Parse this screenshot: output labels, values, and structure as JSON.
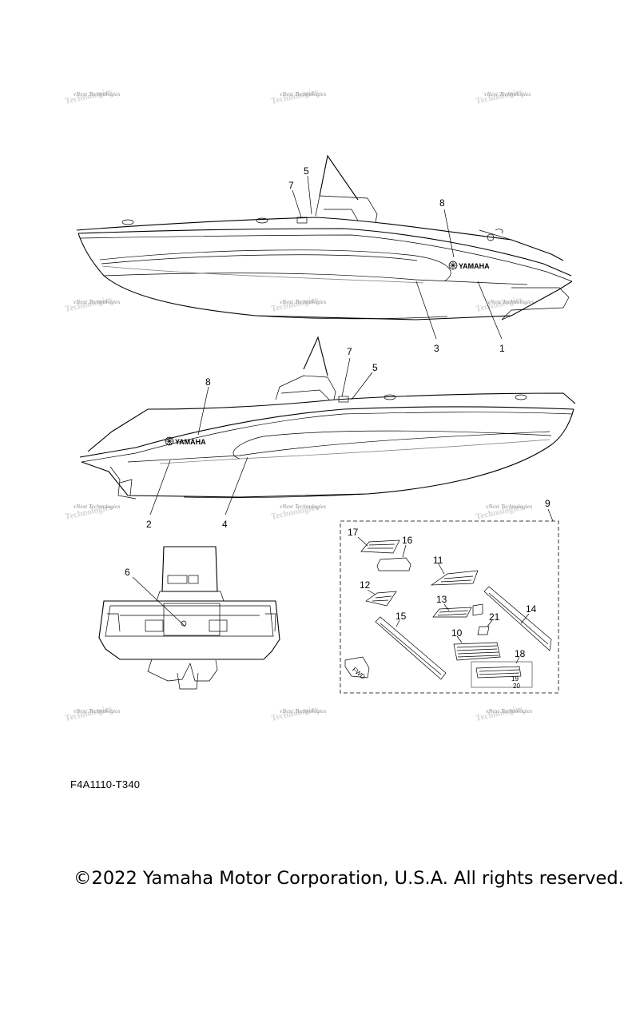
{
  "watermark": {
    "text": "vNext Technologies"
  },
  "views": {
    "top_boat": {
      "callouts": [
        "7",
        "5",
        "8",
        "3",
        "1"
      ]
    },
    "bottom_boat": {
      "callouts": [
        "8",
        "7",
        "5",
        "2",
        "4"
      ]
    },
    "stern_view": {
      "callouts": [
        "6"
      ]
    },
    "deck_mat_kit": {
      "callouts": [
        "9",
        "17",
        "16",
        "11",
        "12",
        "13",
        "21",
        "14",
        "15",
        "10",
        "18",
        "19",
        "20"
      ],
      "fwd_label": "FWD"
    }
  },
  "boat_brand_marking": "YAMAHA",
  "diagram_code": "F4A1110-T340",
  "copyright": "©2022 Yamaha Motor Corporation, U.S.A. All rights reserved."
}
